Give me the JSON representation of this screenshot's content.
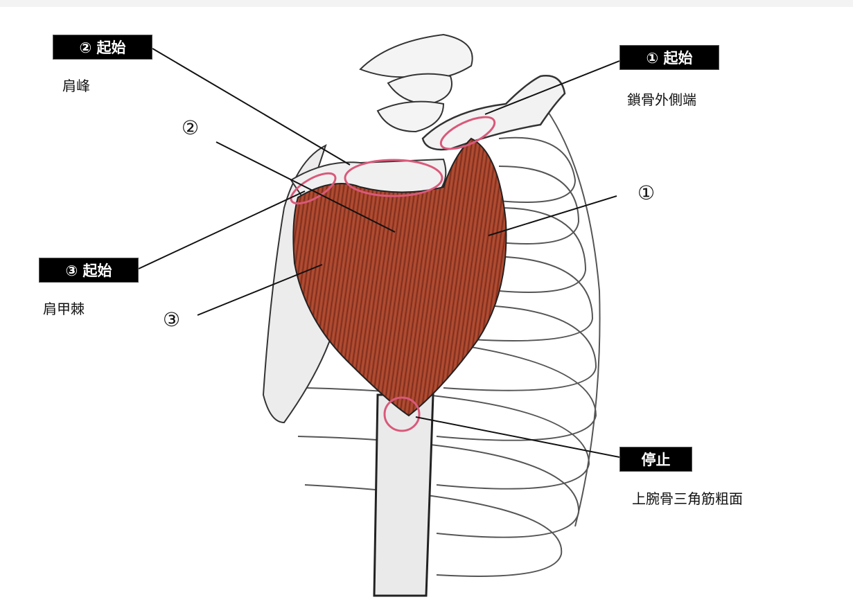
{
  "colors": {
    "muscle": "#a3432b",
    "muscle_dark": "#6e2416",
    "highlight": "#d9597a",
    "bone": "#f7f7f7",
    "outline": "#333333"
  },
  "labels": {
    "origin1": {
      "tag": "① 起始",
      "caption": "鎖骨外側端"
    },
    "origin2": {
      "tag": "② 起始",
      "caption": "肩峰"
    },
    "origin3": {
      "tag": "③ 起始",
      "caption": "肩甲棘"
    },
    "insertion": {
      "tag": "停止",
      "caption": "上腕骨三角筋粗面"
    }
  },
  "markers": {
    "m1": "①",
    "m2": "②",
    "m3": "③"
  }
}
